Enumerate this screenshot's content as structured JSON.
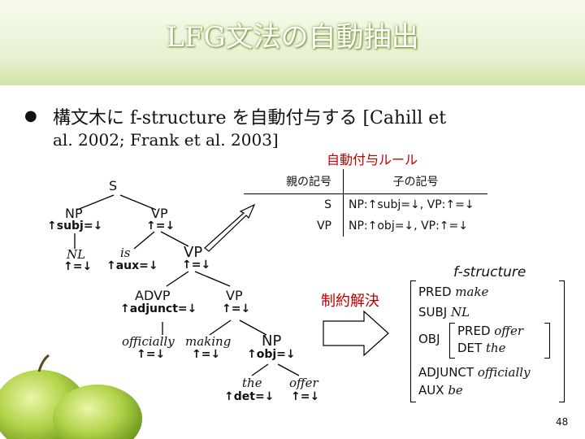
{
  "title": "LFG文法の自動抽出",
  "bullet": {
    "line1": "構文木に f-structure を自動付与する [Cahill et",
    "line2": "al. 2002; Frank et al. 2003]"
  },
  "rules": {
    "caption": "自動付与ルール",
    "headers": [
      "親の記号",
      "子の記号"
    ],
    "rows": [
      [
        "S",
        "NP:↑subj=↓, VP:↑=↓"
      ],
      [
        "VP",
        "NP:↑obj=↓, VP:↑=↓"
      ]
    ]
  },
  "tree": {
    "S": "S",
    "np1": "NP",
    "np1_ann": "↑subj=↓",
    "vp1": "VP",
    "vp1_ann": "↑=↓",
    "nl": "NL",
    "nl_ann": "↑=↓",
    "is": "is",
    "is_ann": "↑aux=↓",
    "vp2": "VP",
    "vp2_ann": "↑=↓",
    "advp": "ADVP",
    "advp_ann": "↑adjunct=↓",
    "vp3": "VP",
    "vp3_ann": "↑=↓",
    "officially": "officially",
    "officially_ann": "↑=↓",
    "making": "making",
    "making_ann": "↑=↓",
    "np2": "NP",
    "np2_ann": "↑obj=↓",
    "the": "the",
    "the_ann": "↑det=↓",
    "offer": "offer",
    "offer_ann": "↑=↓"
  },
  "arrow_label": "制約解決",
  "fstructure": {
    "label": "f-structure",
    "pred_key": "PRED",
    "pred_val": "make",
    "subj_key": "SUBJ",
    "subj_val": "NL",
    "obj_key": "OBJ",
    "obj_pred_key": "PRED",
    "obj_pred_val": "offer",
    "obj_det_key": "DET",
    "obj_det_val": "the",
    "adjunct_key": "ADJUNCT",
    "adjunct_val": "officially",
    "aux_key": "AUX",
    "aux_val": "be"
  },
  "page_number": "48",
  "colors": {
    "title_green": "#7a9a3a",
    "apple_green": "#9cc43a"
  }
}
